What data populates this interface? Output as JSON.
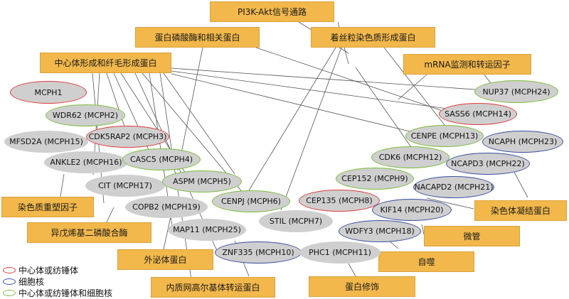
{
  "colors": {
    "category_fill": "#f2b84b",
    "red": "#e03b3b",
    "blue": "#3a4fa0",
    "green": "#7bbf3a",
    "grey": "#cfcfcf"
  },
  "categories": {
    "pi3k": "PI3K-Akt信号通路",
    "kinase": "蛋白磷酸酶和相关蛋白",
    "kinetochore": "着丝粒染色质形成蛋白",
    "centrosome": "中心体形成和纤毛形成蛋白",
    "mrna": "mRNA监测和转运因子",
    "chromatin": "染色质重塑因子",
    "isoprenoid": "异戊烯基二磷酸合酶",
    "exosome": "外泌体蛋白",
    "er_golgi": "内质网高尔基体转运蛋白",
    "condensin": "染色体凝结蛋白",
    "microtubule": "微管",
    "autophagy": "自噬",
    "protein_mod": "蛋白修饰"
  },
  "genes": {
    "mcph1": "MCPH1",
    "wdr62": "WDR62 (MCPH2)",
    "mfsd2a": "MFSD2A (MCPH15)",
    "cdk5rap2": "CDK5RAP2 (MCPH3)",
    "ankle2": "ANKLE2 (MCPH16)",
    "casc5": "CASC5 (MCPH4)",
    "cit": "CIT (MCPH17)",
    "aspm": "ASPM (MCPH5)",
    "copb2": "COPB2 (MCPH19)",
    "cenpj": "CENPJ (MCPH6)",
    "map11": "MAP11 (MCPH25)",
    "stil": "STIL (MCPH7)",
    "znf335": "ZNF335 (MCPH10)",
    "phc1": "PHC1 (MCPH11)",
    "nup37": "NUP37 (MCPH24)",
    "sass6": "SASS6 (MCPH14)",
    "cenpe": "CENPE (MCPH13)",
    "ncaph": "NCAPH (MCPH23)",
    "cdk6": "CDK6 (MCPH12)",
    "ncapd3": "NCAPD3 (MCPH22)",
    "cep152": "CEP152 (MCPH9)",
    "ncapd2": "NACAPD2 (MCPH21)",
    "cep135": "CEP135 (MCPH8)",
    "kif14": "KIF14 (MCPH20)",
    "wdfy3": "WDFY3 (MCPH18)"
  },
  "legend": {
    "red": "中心体或纺锤体",
    "blue": "细胞核",
    "green": "中心体或纺锤体和细胞核"
  }
}
